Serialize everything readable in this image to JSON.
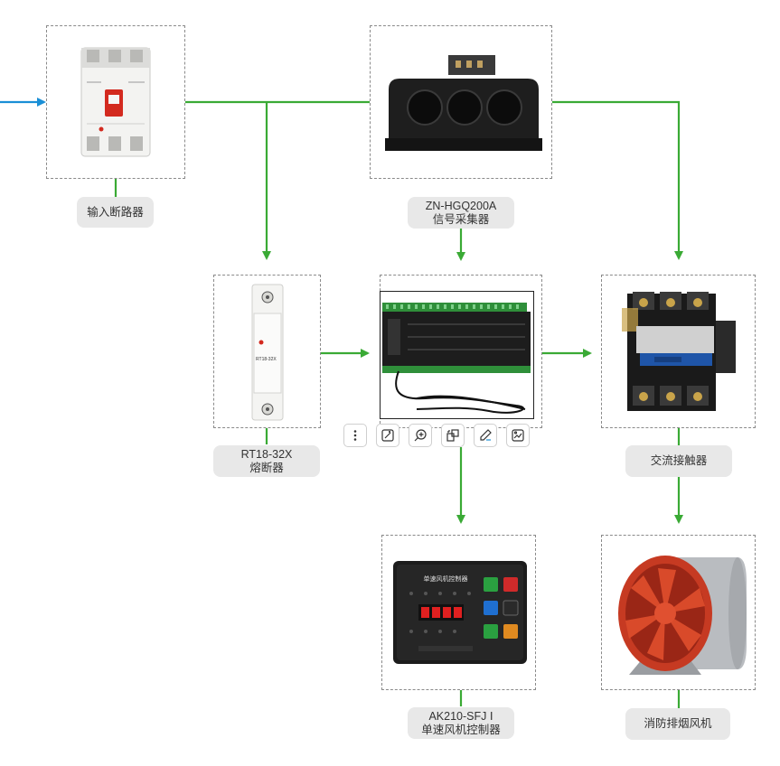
{
  "nodes": {
    "breaker": {
      "label": "输入断路器"
    },
    "collector": {
      "line1": "ZN-HGQ200A",
      "line2": "信号采集器"
    },
    "fuse": {
      "line1": "RT18-32X",
      "line2": "熔断器",
      "device_text": "RT18-32X"
    },
    "contactor": {
      "label": "交流接触器"
    },
    "controller": {
      "line1": "AK210-SFJ Ⅰ",
      "line2": "单速风机控制器",
      "panel_title": "单速风机控制器"
    },
    "fan": {
      "label": "消防排烟风机"
    }
  },
  "toolbar": {
    "buttons": [
      "more-icon",
      "magic-edit-icon",
      "zoom-in-icon",
      "crop-icon",
      "draw-icon",
      "image-edit-icon"
    ]
  },
  "colors": {
    "green_wire": "#3aaa35",
    "blue_wire": "#1a8fd6",
    "label_bg": "#e8e8e8",
    "dash_border": "#8a8a8a"
  }
}
